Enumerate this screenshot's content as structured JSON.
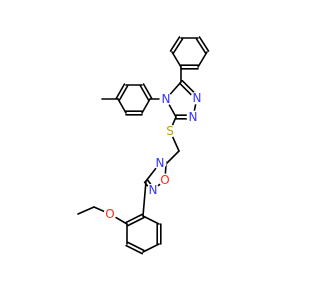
{
  "molecule": {
    "atom_labels": {
      "n_triazole_1": "N",
      "n_triazole_2": "N",
      "n_triazole_3": "N",
      "s_thioether": "S",
      "o_oxadiazole": "O",
      "n_oxadiazole_2": "N",
      "n_oxadiazole_4": "N",
      "o_ethoxy": "O"
    },
    "colors": {
      "bond": "#000000",
      "nitrogen": "#3333ff",
      "sulfur": "#b8a300",
      "oxygen": "#ff2a1a"
    }
  }
}
